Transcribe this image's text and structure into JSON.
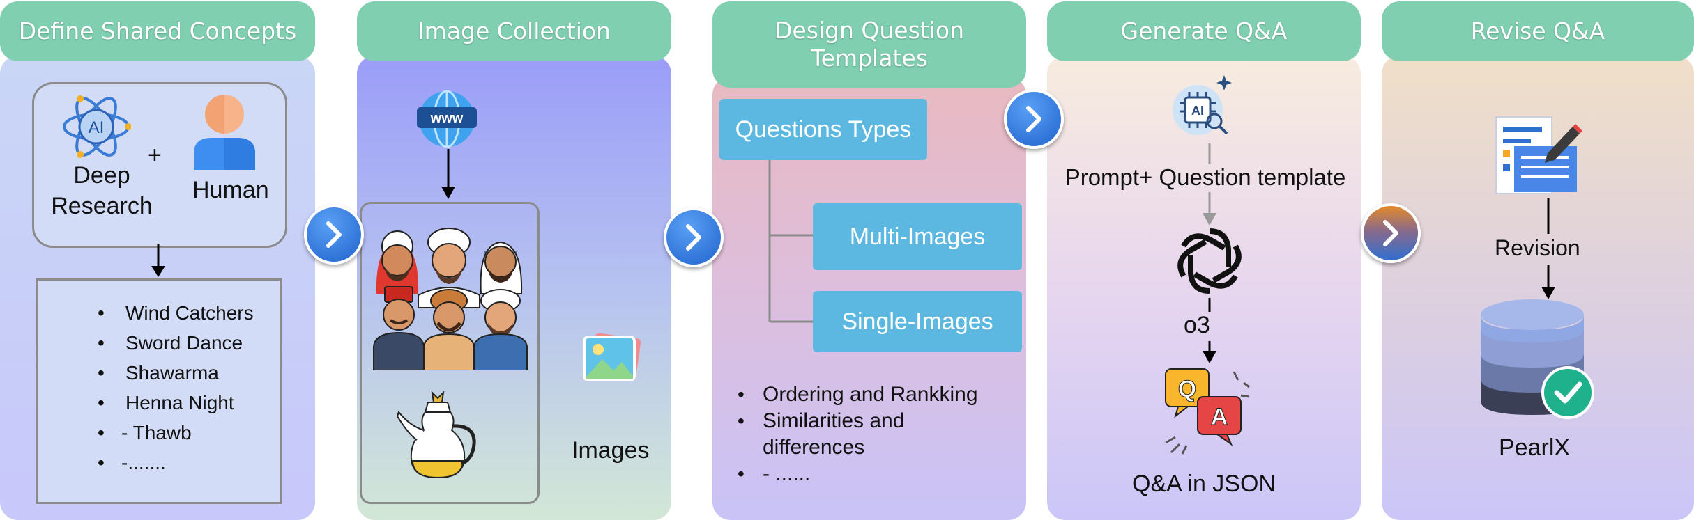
{
  "stages": [
    {
      "title": "Define Shared Concepts"
    },
    {
      "title": "Image Collection"
    },
    {
      "title": "Design Question Templates"
    },
    {
      "title": "Generate Q&A"
    },
    {
      "title": "Revise Q&A"
    }
  ],
  "define": {
    "ai_text": "AI",
    "deep_research": "Deep\nResearch",
    "plus": "+",
    "human": "Human",
    "concepts": [
      "Wind Catchers",
      "Sword Dance",
      "Shawarma",
      "Henna Night",
      "- Thawb",
      "-......."
    ]
  },
  "collection": {
    "www_text": "www",
    "images_label": "Images"
  },
  "templates": {
    "question_types": "Questions Types",
    "multi": "Multi-Images",
    "single": "Single-Images",
    "examples": [
      "Ordering and Rankking",
      "Similarities and differences",
      "- ......"
    ]
  },
  "generate": {
    "ai_text": "AI",
    "prompt": "Prompt+ Question template",
    "model": "o3",
    "q": "Q",
    "a": "A",
    "output": "Q&A in JSON"
  },
  "revise": {
    "revision": "Revision",
    "dataset": "PearlX"
  },
  "colors": {
    "header": "#7fcfb0",
    "pill": "#5cb8e0",
    "arrow_blue": "#2f7de0",
    "check": "#1fb08c"
  }
}
